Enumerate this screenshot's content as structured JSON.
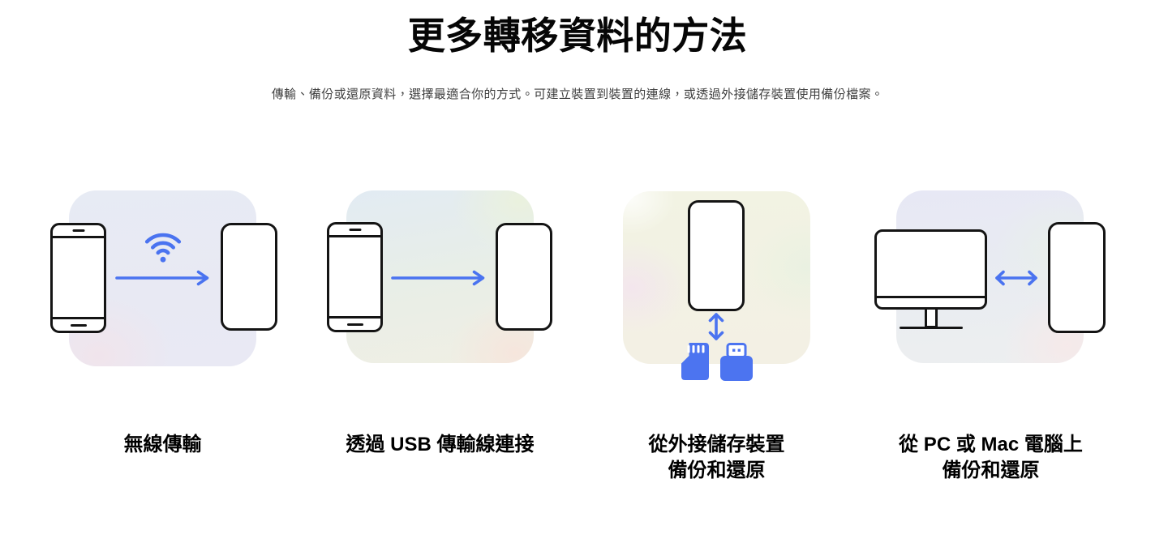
{
  "header": {
    "title": "更多轉移資料的方法",
    "subtitle": "傳輸、備份或還原資料，選擇最適合你的方式。可建立裝置到裝置的連線，或透過外接儲存裝置使用備份檔案。"
  },
  "colors": {
    "accent_blue": "#4A73F0",
    "fill_blue": "#4C74F0",
    "outline_dark": "#141414",
    "page_bg": "#ffffff",
    "subtitle_color": "#3f3f3f"
  },
  "cards": [
    {
      "id": "wireless",
      "caption_lines": [
        "無線傳輸"
      ],
      "icons": [
        "old-phone-icon",
        "wifi-icon",
        "arrow-right-icon",
        "new-phone-icon"
      ]
    },
    {
      "id": "usb-cable",
      "caption_lines": [
        "透過 USB 傳輸線連接"
      ],
      "icons": [
        "old-phone-icon",
        "arrow-right-icon",
        "new-phone-icon"
      ]
    },
    {
      "id": "external-storage",
      "caption_lines": [
        "從外接儲存裝置",
        "備份和還原"
      ],
      "icons": [
        "new-phone-icon",
        "arrow-up-down-icon",
        "micro-sd-card-icon",
        "usb-connector-icon"
      ]
    },
    {
      "id": "pc-mac",
      "caption_lines": [
        "從 PC 或 Mac 電腦上",
        "備份和還原"
      ],
      "icons": [
        "desktop-monitor-icon",
        "arrow-left-right-icon",
        "new-phone-icon"
      ]
    }
  ]
}
